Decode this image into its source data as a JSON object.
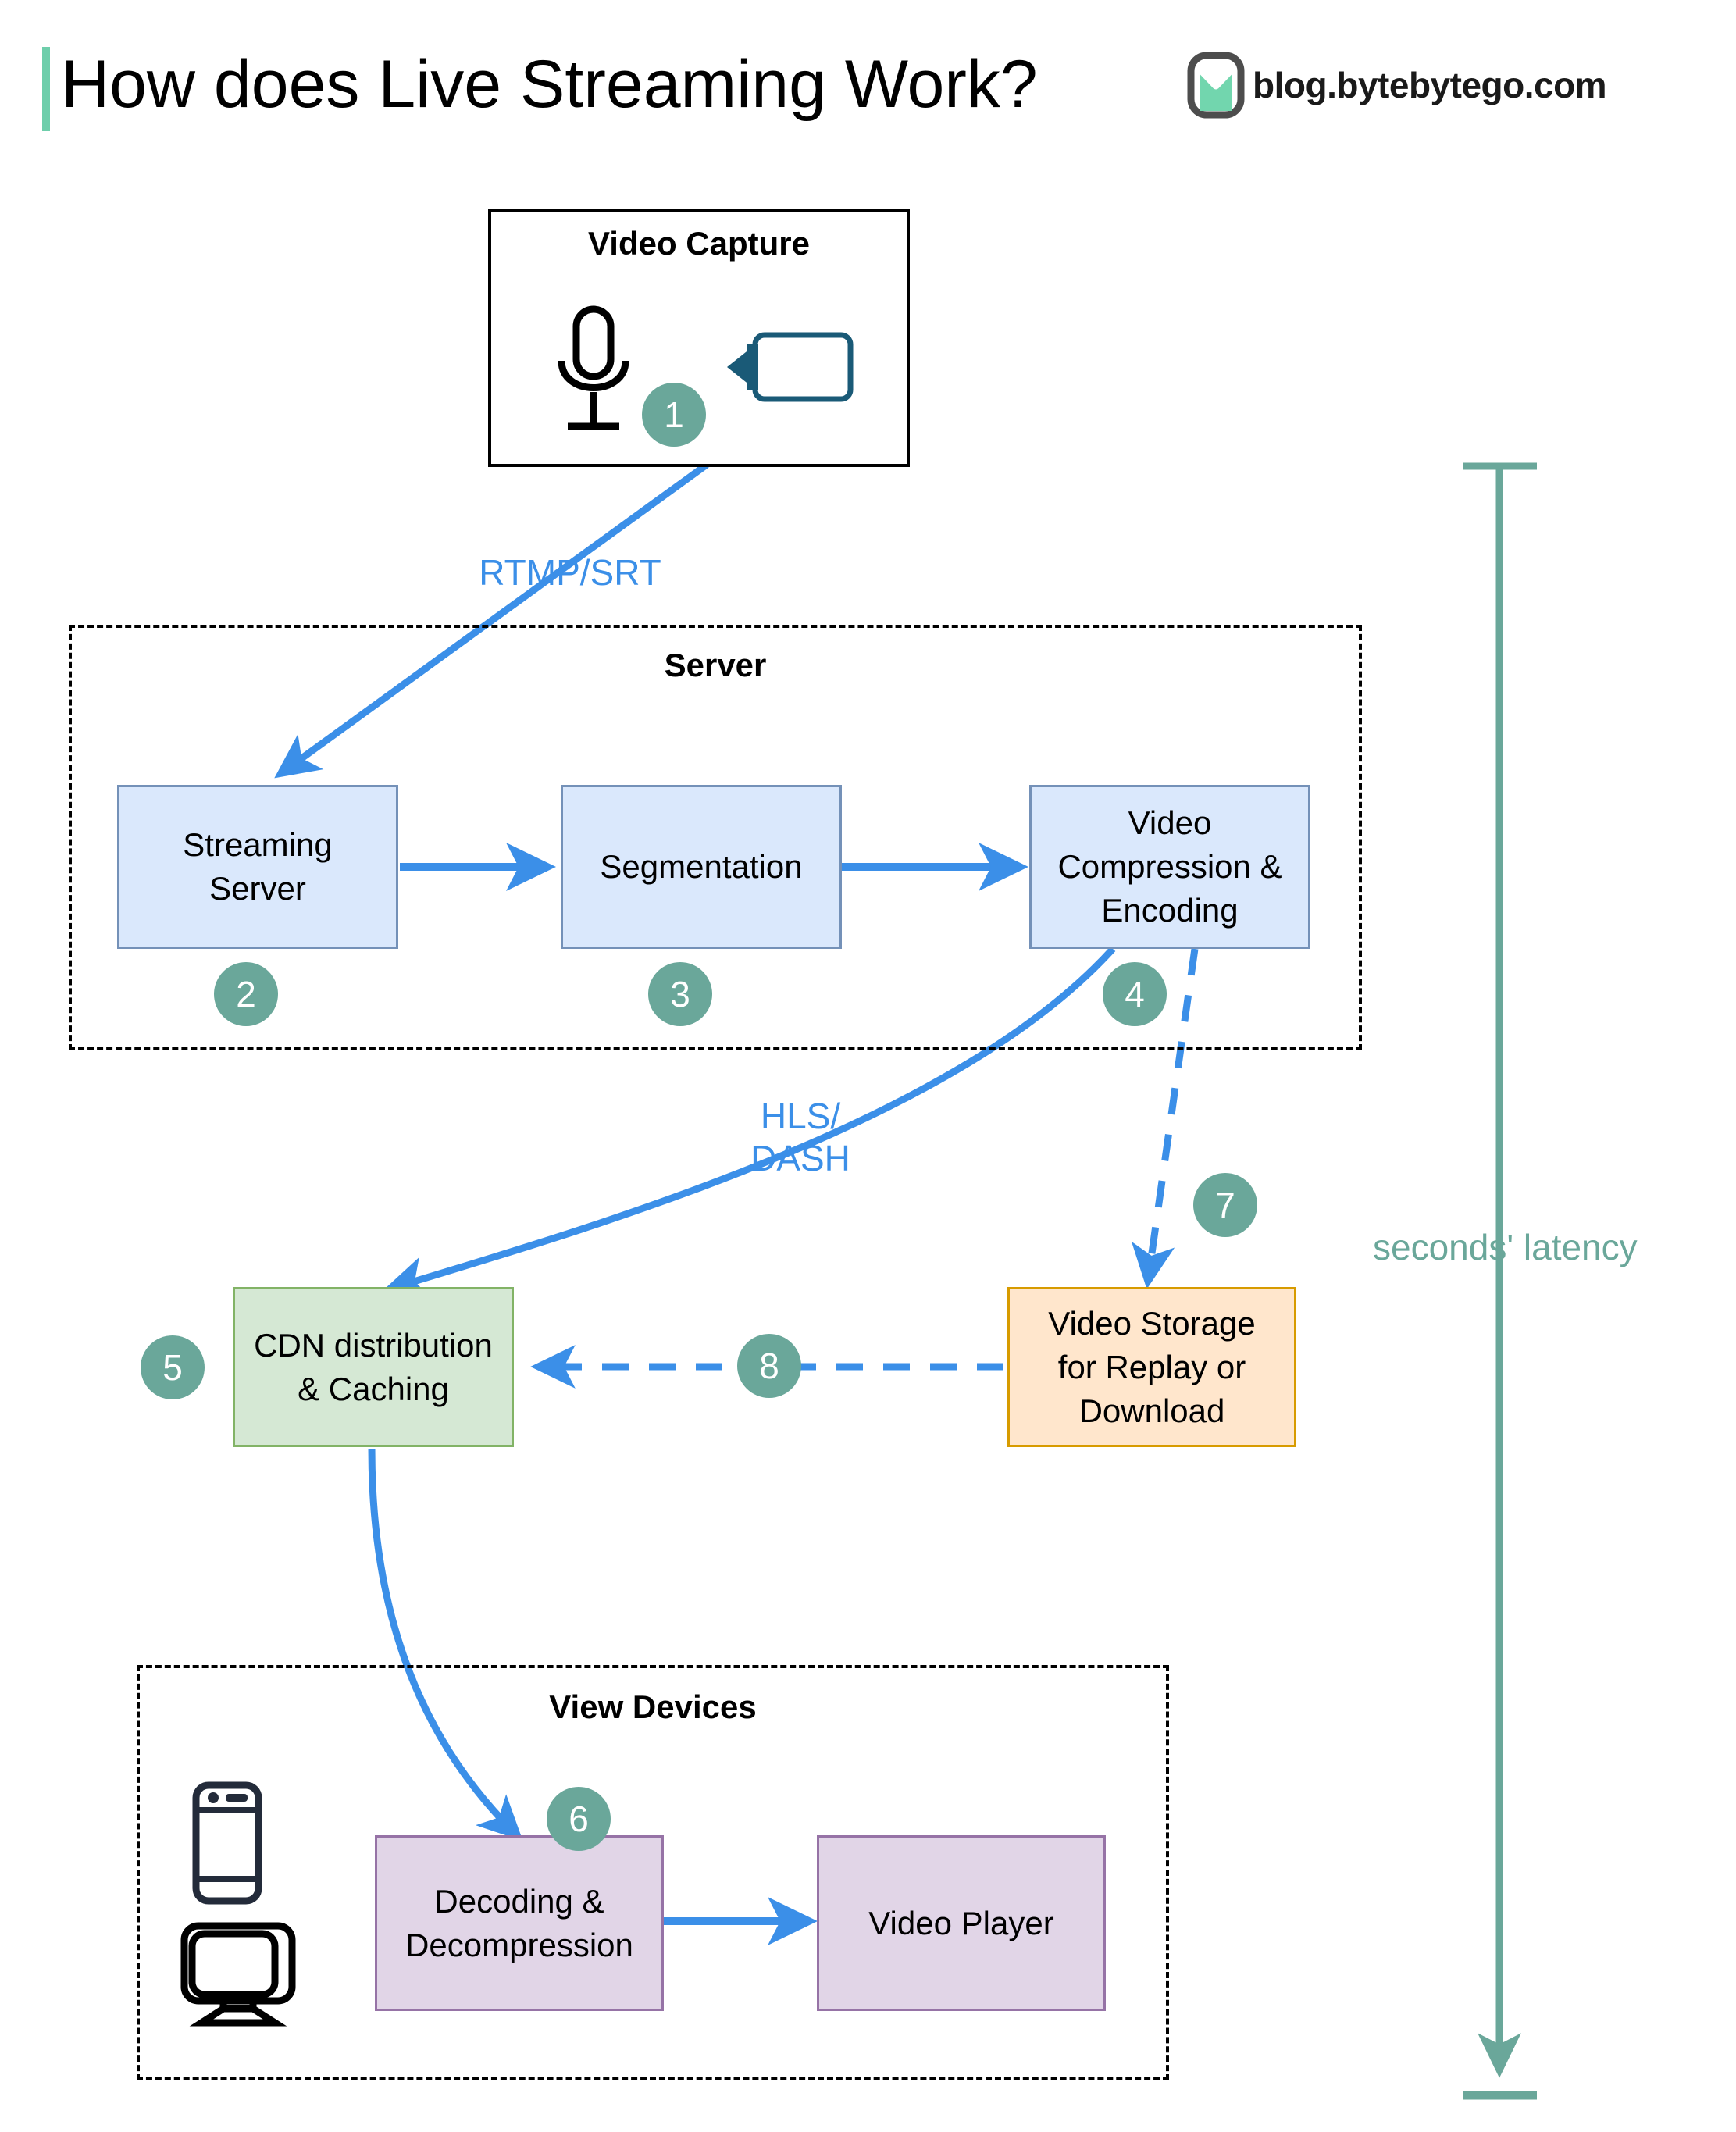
{
  "header": {
    "title": "How does Live Streaming Work?",
    "brand_text": "blog.bytebytego.com",
    "logo_icon": "bytebytego-logo-icon",
    "accent_color": "#6ECEAB"
  },
  "capture": {
    "title": "Video Capture",
    "mic_icon": "microphone-icon",
    "camera_icon": "video-camera-icon",
    "badge": "1"
  },
  "server_group": {
    "title": "Server",
    "nodes": [
      {
        "label": "Streaming\nServer",
        "badge": "2"
      },
      {
        "label": "Segmentation",
        "badge": "3"
      },
      {
        "label": "Video\nCompression &\nEncoding",
        "badge": "4"
      }
    ]
  },
  "cdn": {
    "label": "CDN distribution\n& Caching",
    "badge": "5"
  },
  "storage": {
    "label": "Video Storage\nfor Replay or\nDownload",
    "badge": "7"
  },
  "storage_to_cdn_badge": "8",
  "view_group": {
    "title": "View Devices",
    "phone_icon": "mobile-phone-icon",
    "monitor_icon": "desktop-monitor-icon",
    "nodes": [
      {
        "label": "Decoding &\nDecompression",
        "badge": "6"
      },
      {
        "label": "Video Player",
        "badge": ""
      }
    ]
  },
  "edges": {
    "capture_to_server": "RTMP/SRT",
    "encoding_to_cdn": "HLS/\nDASH"
  },
  "latency": {
    "label": "seconds' latency",
    "color": "#6AA79A"
  },
  "colors": {
    "flow_blue": "#3B8FE8",
    "badge_teal": "#6AA79A",
    "node_blue_fill": "#DAE8FC",
    "node_blue_border": "#7491B8",
    "node_green_fill": "#D5E8D4",
    "node_green_border": "#82B366",
    "node_orange_fill": "#FFE6CC",
    "node_orange_border": "#D79B00",
    "node_purple_fill": "#E1D5E7",
    "node_purple_border": "#9673A6"
  }
}
